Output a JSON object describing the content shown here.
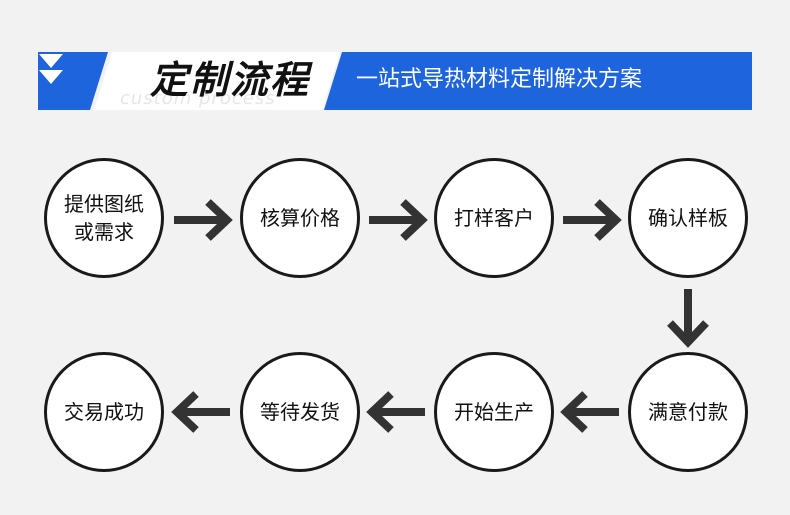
{
  "banner": {
    "title": "定制流程",
    "title_en": "custom process",
    "subtitle": "一站式导热材料定制解决方案",
    "icon": "double-chevron-down-icon",
    "colors": {
      "blue": "#1e64dc",
      "black": "#111111",
      "light": "#f2f2f2"
    }
  },
  "steps": [
    {
      "label": "提供图纸\n或需求"
    },
    {
      "label": "核算价格"
    },
    {
      "label": "打样客户"
    },
    {
      "label": "确认样板"
    },
    {
      "label": "满意付款"
    },
    {
      "label": "开始生产"
    },
    {
      "label": "等待发货"
    },
    {
      "label": "交易成功"
    }
  ]
}
